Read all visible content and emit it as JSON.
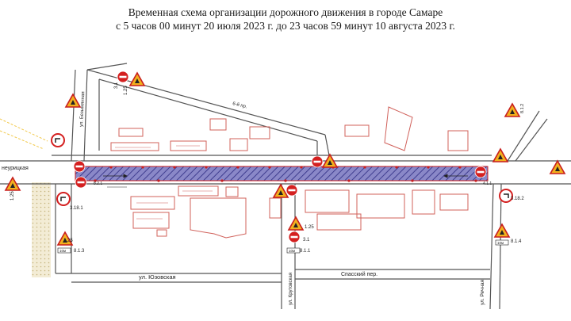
{
  "header": {
    "title_line1": "Временная схема организации дорожного движения в городе Самаре",
    "title_line2": "с 5 часов 00 минут 20 июля 2023 г. до 23 часов 59 минут 10 августа 2023 г."
  },
  "streets": {
    "yuzovskaya": "ул. Юзовская",
    "spasskiy": "Спасский пер.",
    "rechnaya": "ул. Речная",
    "krutaya": "ул. Крутовская",
    "bezymyannaya": "ул. Безымянная",
    "neurickaya": "неурицкая",
    "proezd": "6-й пр."
  },
  "sign_codes": {
    "s125": "1.25",
    "s31": "3.1",
    "s4_1_1": "4.1.1",
    "s3_18_1": "3.18.1",
    "s3_18_2": "3.18.2",
    "s8_1_3": "8.1.3",
    "s8_1_4": "8.1.4",
    "s8_2_1": "8.2.1",
    "s8_1_1": "8.1.1",
    "s8_1_2": "8.1.2",
    "s1_25_s": "1.25"
  },
  "plate_text": "10м",
  "colors": {
    "road": "#555555",
    "building": "#d0605a",
    "work_zone": "#5a58a8",
    "no_entry": "#d42020",
    "warning_fill": "#f2b01e",
    "fence": "#e1cf9b"
  },
  "icons": [
    "no-entry-icon",
    "roadwork-warning-icon",
    "turn-prohibition-icon",
    "direction-arrow-icon"
  ]
}
